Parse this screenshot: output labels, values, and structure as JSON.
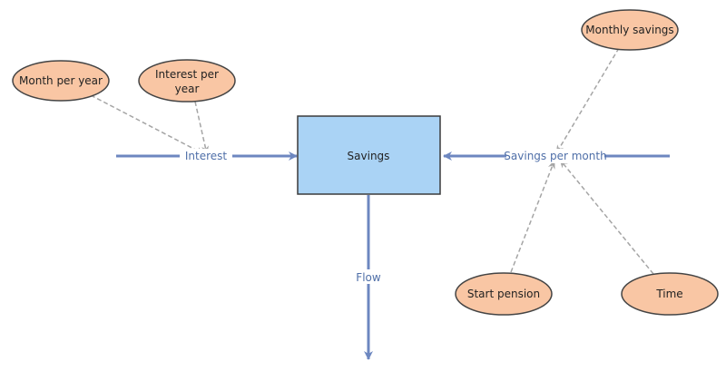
{
  "colors": {
    "flow_line": "#6d87c0",
    "stock_fill": "#aad3f5",
    "stock_border": "#3b3b3b",
    "variable_fill": "#f9c6a4",
    "variable_border": "#444444",
    "link_line": "#a5a5a5",
    "background": "#ffffff"
  },
  "stock": {
    "label": "Savings"
  },
  "flows": {
    "interest": "Interest",
    "savings_per_month": "Savings per month",
    "outflow": "Flow"
  },
  "variables": {
    "month_per_year": "Month per year",
    "interest_per_year_line1": "Interest per",
    "interest_per_year_line2": "year",
    "monthly_savings": "Monthly savings",
    "start_pension": "Start pension",
    "time": "Time"
  }
}
